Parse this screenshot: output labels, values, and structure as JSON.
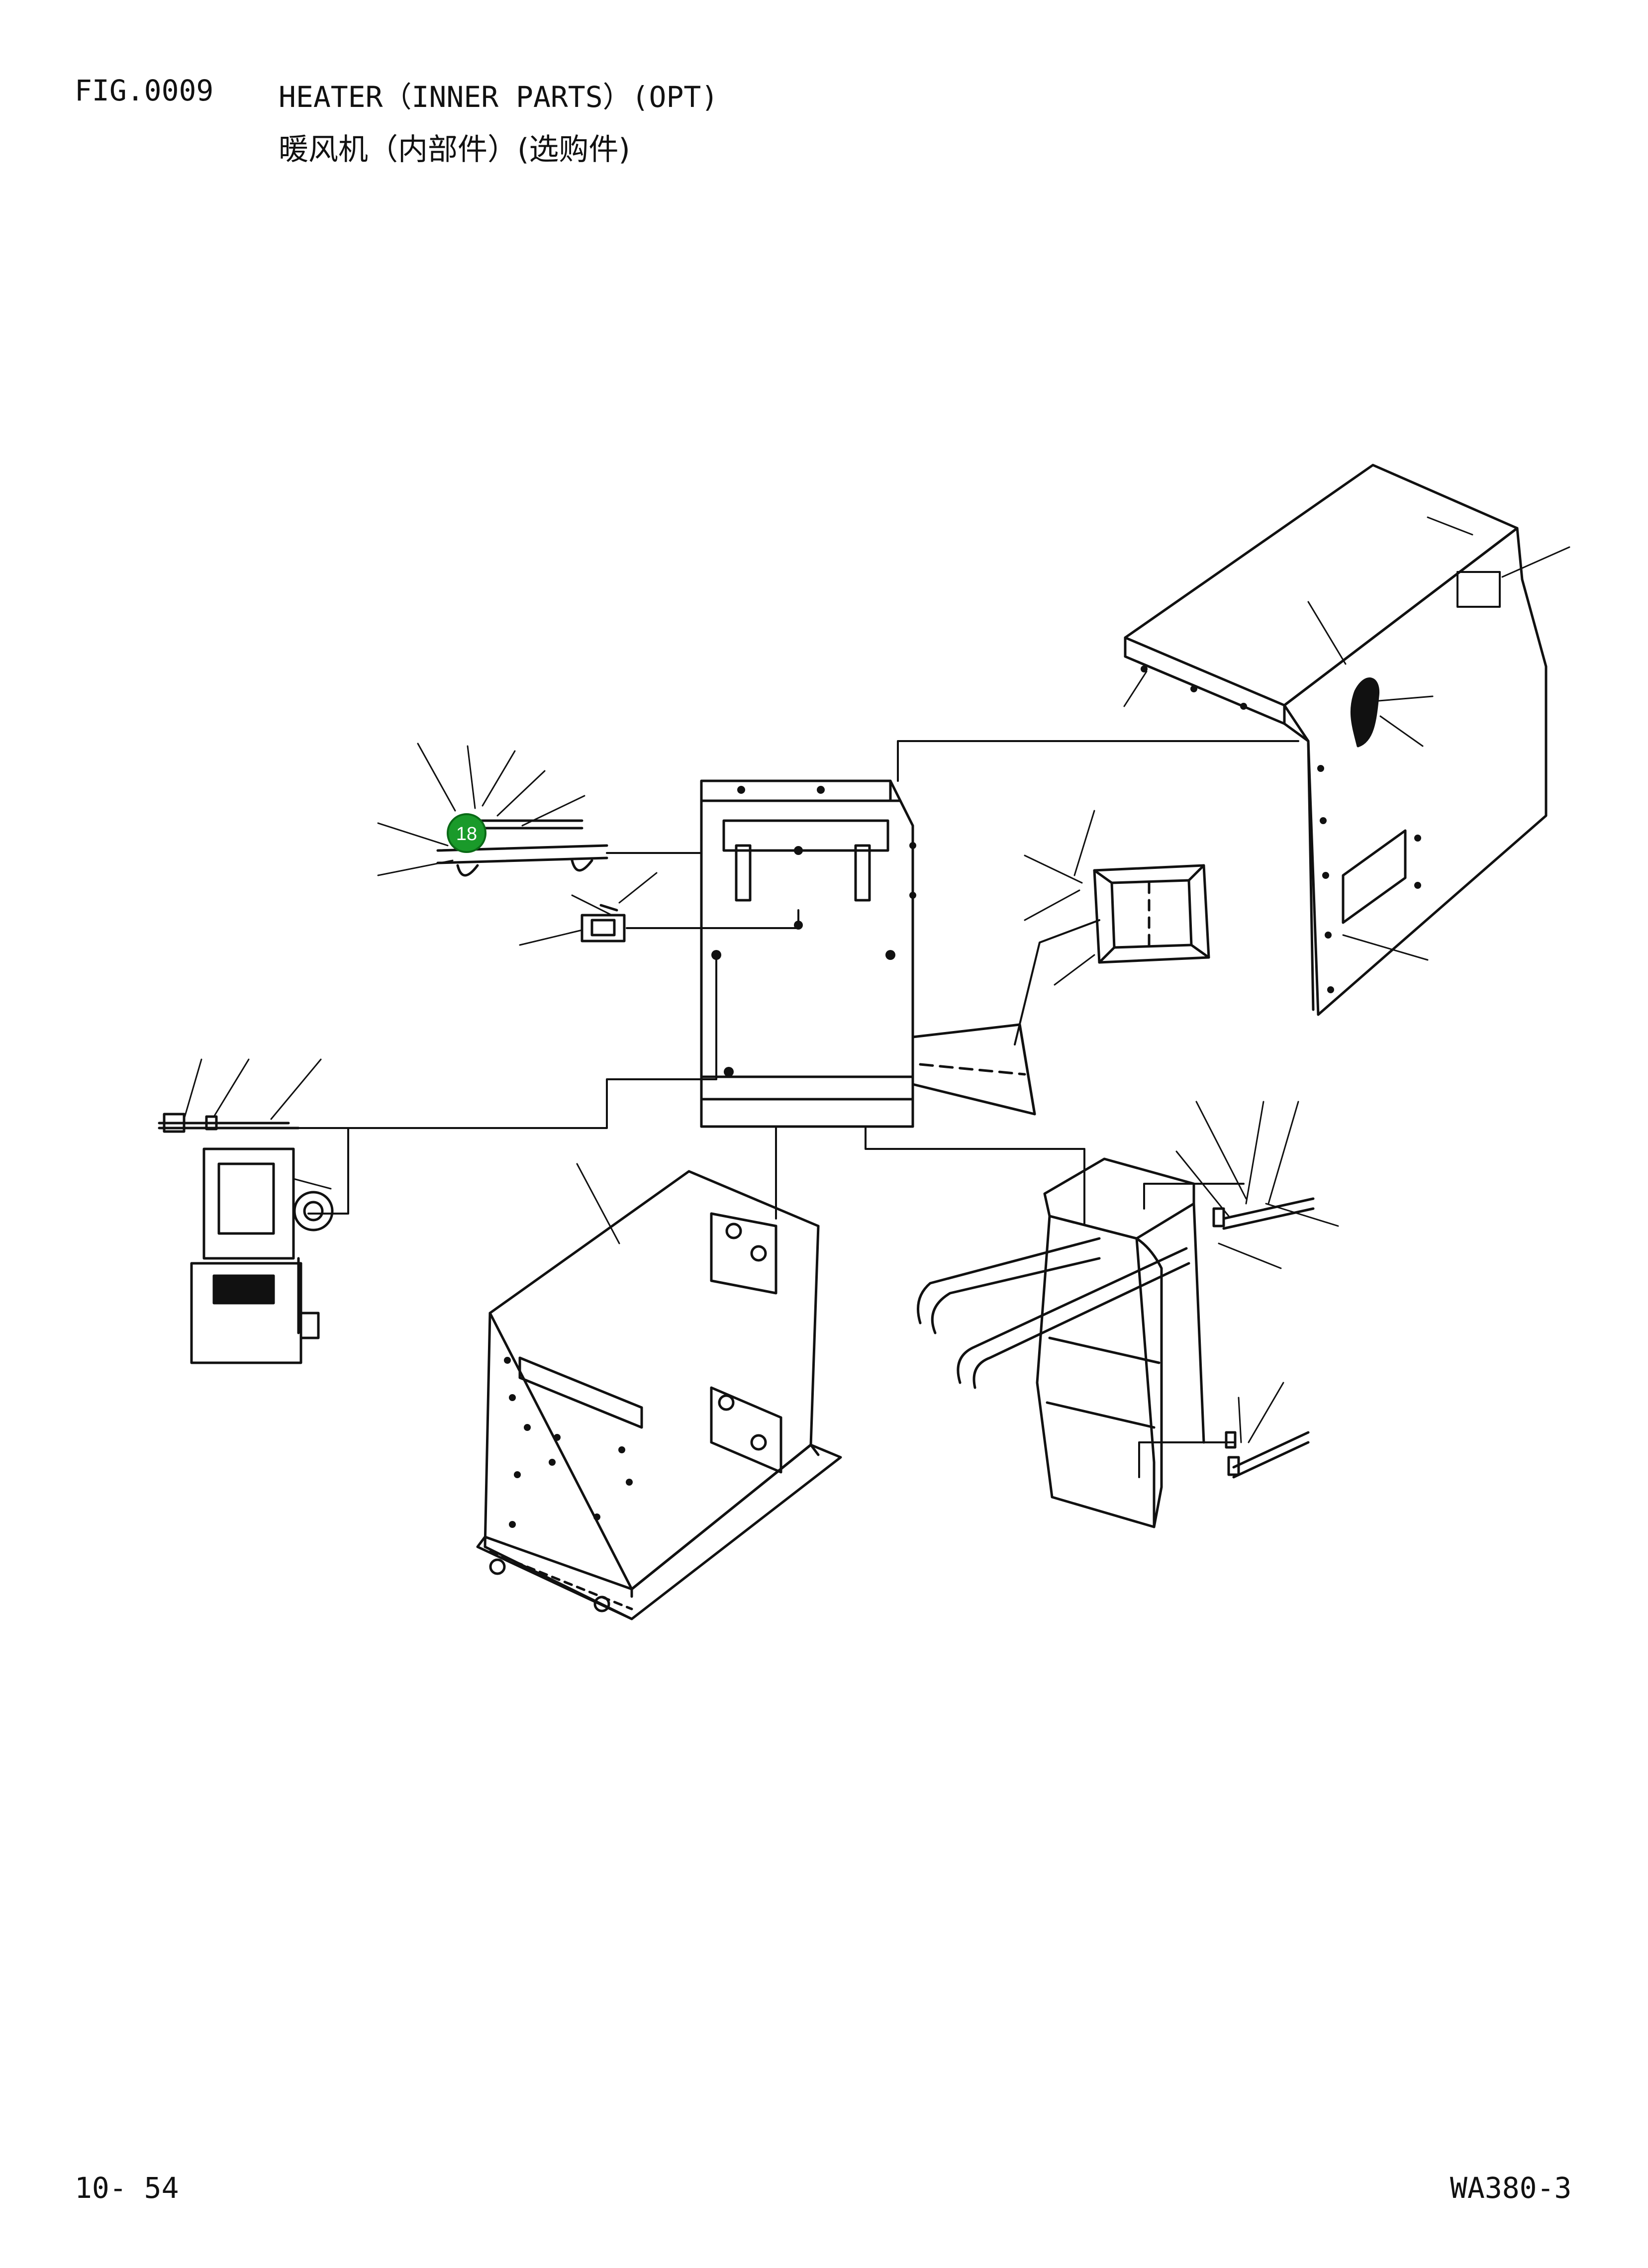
{
  "header": {
    "fig_number": "FIG.0009",
    "title_en": "HEATER（INNER PARTS）(OPT)",
    "title_cn": "暖风机（内部件）(选购件)"
  },
  "footer": {
    "page": "10- 54",
    "model": "WA380-3"
  },
  "callouts": [
    {
      "label": "18",
      "color": "#1a9a2a"
    }
  ],
  "colors": {
    "ink": "#111111",
    "callout_fill": "#1a9a2a",
    "callout_text": "#ffffff"
  }
}
